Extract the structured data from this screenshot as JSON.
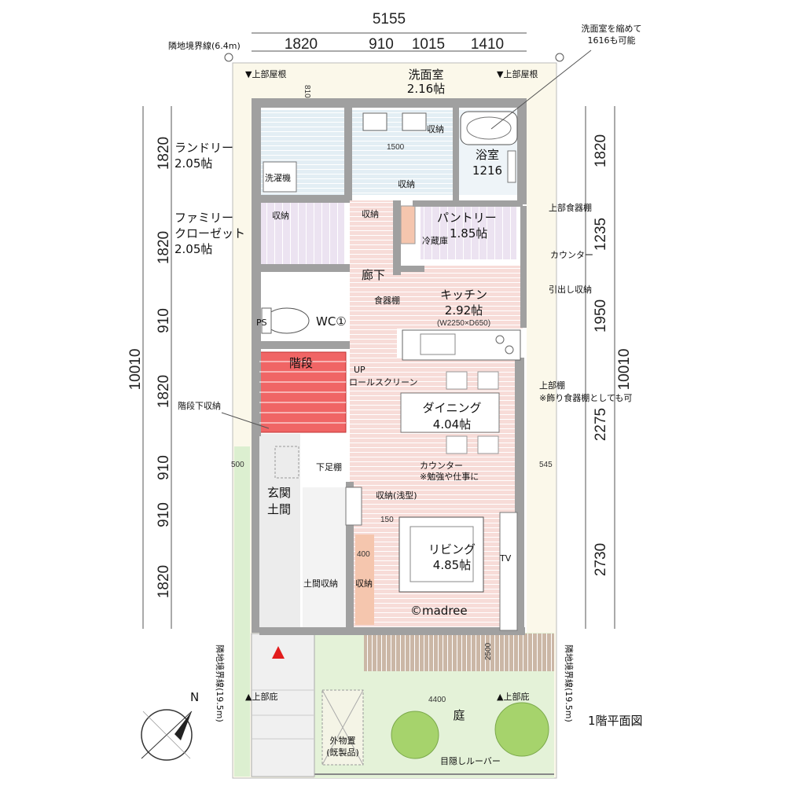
{
  "plan_title": "1階平面図",
  "copyright": "©madree",
  "north": "N",
  "top_dims": {
    "total": "5155",
    "segments": [
      "1820",
      "910",
      "1015",
      "1410"
    ]
  },
  "left_dims": {
    "total": "10010",
    "segments": [
      "1820",
      "1820",
      "910",
      "1820",
      "910",
      "910",
      "1820"
    ]
  },
  "right_dims": {
    "total": "10010",
    "segments": [
      "1820",
      "1235",
      "1950",
      "2275",
      "2730"
    ]
  },
  "small_dims": {
    "d810": "810",
    "d1500": "1500",
    "d500": "500",
    "d545": "545",
    "d150": "150",
    "d400": "400",
    "d2500": "2500",
    "d4400": "4400"
  },
  "boundary": {
    "top": "隣地境界線(6.4m)",
    "left": "隣地境界線(19.5m)",
    "right": "隣地境界線(19.5m)"
  },
  "notes": {
    "roof_left": "▼上部屋根",
    "roof_right": "▼上部屋根",
    "bath_note_1": "洗面室を縮めて",
    "bath_note_2": "1616も可能",
    "upper_cabinet": "上部食器棚",
    "counter": "カウンター",
    "drawer": "引出し収納",
    "upper_shelf": "上部棚",
    "shelf_note": "※飾り食器棚としても可",
    "stair_storage": "階段下収納",
    "roll_screen": "ロールスクリーン",
    "garden_left": "▲上部庇",
    "garden_right": "▲上部庇",
    "louver": "目隠しルーバー"
  },
  "rooms": {
    "washroom": "洗面室",
    "washroom_area": "2.16帖",
    "bath": "浴室",
    "bath_size": "1216",
    "laundry": "ランドリー",
    "laundry_area": "2.05帖",
    "washer": "洗濯機",
    "family_closet_1": "ファミリー",
    "family_closet_2": "クローゼット",
    "family_closet_area": "2.05帖",
    "pantry": "パントリー",
    "pantry_area": "1.85帖",
    "fridge": "冷蔵庫",
    "hall": "廊下",
    "kitchen": "キッチン",
    "kitchen_area": "2.92帖",
    "kitchen_size": "(W2250×D650)",
    "dish_shelf": "食器棚",
    "wc": "WC①",
    "ps": "PS",
    "stairs": "階段",
    "up": "UP",
    "dining": "ダイニング",
    "dining_area": "4.04帖",
    "counter_1": "カウンター",
    "counter_2": "※勉強や仕事に",
    "shoe_shelf": "下足棚",
    "shallow_storage": "収納(浅型)",
    "entrance_1": "玄関",
    "entrance_2": "土間",
    "doma_storage": "土間収納",
    "storage": "収納",
    "living": "リビング",
    "living_area": "4.85帖",
    "tv": "TV",
    "garden": "庭",
    "shed_1": "外物置",
    "shed_2": "(既製品)"
  },
  "colors": {
    "wall": "#a0a0a0",
    "hall_floor": "#f6d6d2",
    "wet_floor": "#dde9f0",
    "closet_floor": "#e8deef",
    "stairs": "#f06565",
    "garden_green": "#e4f2d8",
    "deck": "#c9b8a8",
    "tree": "#a6d36c"
  }
}
